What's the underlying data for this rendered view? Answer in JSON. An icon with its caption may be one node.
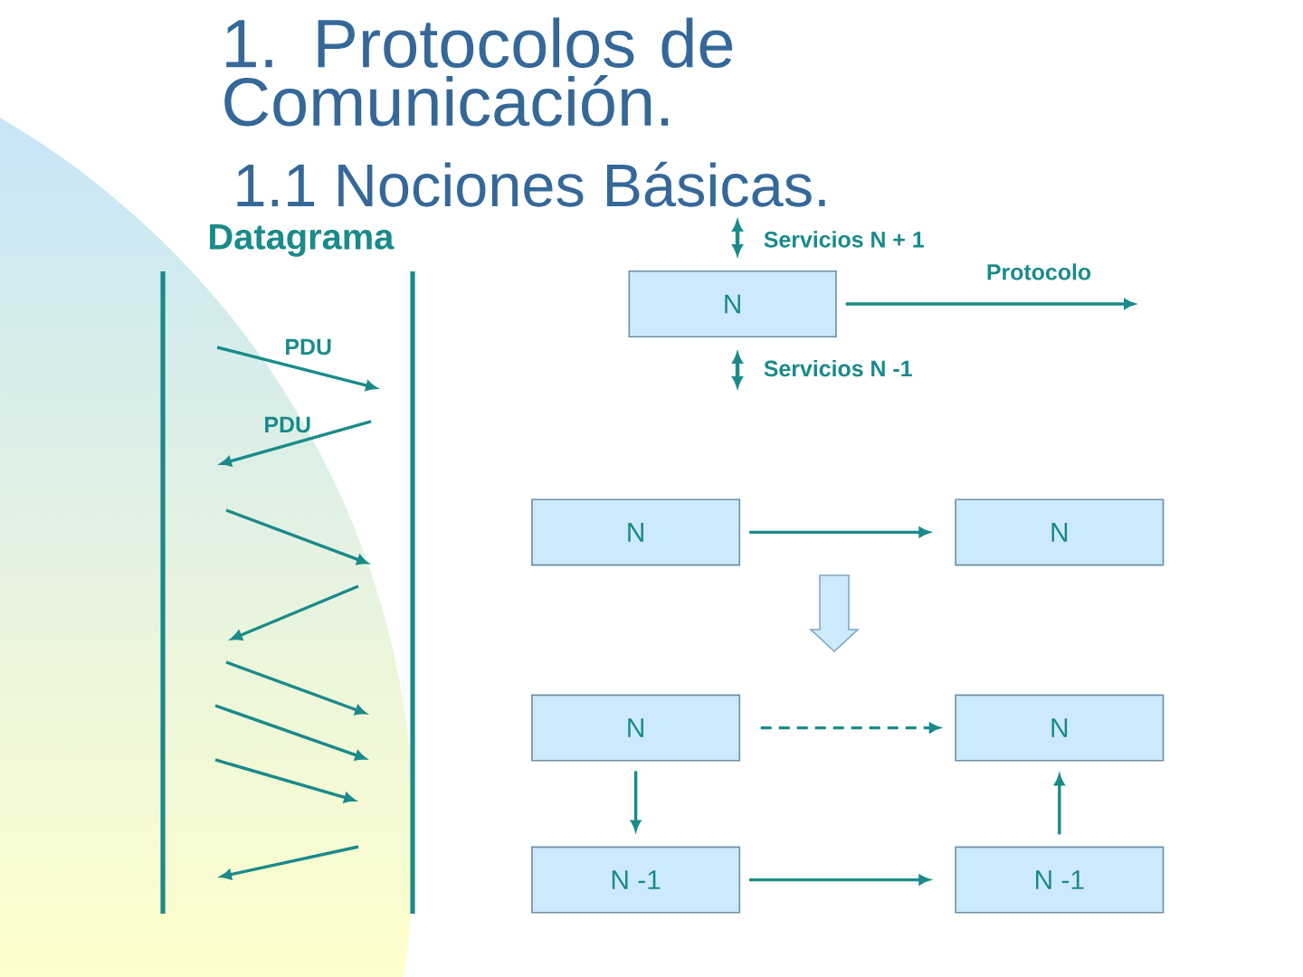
{
  "diagram": {
    "title": "1. Protocolos de Comunicación.",
    "nodes": [
      {
        "text": [
          "N"
        ]
      },
      {
        "text": [
          "N"
        ]
      },
      {
        "text": [
          "N"
        ]
      },
      {
        "text": [
          "N"
        ]
      },
      {
        "text": [
          "N"
        ]
      },
      {
        "text": [
          "N -1"
        ]
      },
      {
        "text": [
          "N -1"
        ]
      }
    ],
    "edges": [
      {
        "from": 0,
        "to": null,
        "arrow": "to",
        "label": "Protocolo"
      },
      {
        "from": 1,
        "to": 2,
        "arrow": "to"
      },
      {
        "from": 3,
        "to": 4,
        "arrow": "to",
        "style": "dashed"
      },
      {
        "from": 3,
        "to": 5,
        "arrow": "to"
      },
      {
        "from": 5,
        "to": 6,
        "arrow": "to"
      },
      {
        "from": 6,
        "to": 4,
        "arrow": "to"
      }
    ],
    "labels": [
      "1.1 Nociones Básicas.",
      "Datagrama",
      "Servicios N + 1",
      "PDU",
      "Servicios N -1",
      "PDU"
    ]
  }
}
